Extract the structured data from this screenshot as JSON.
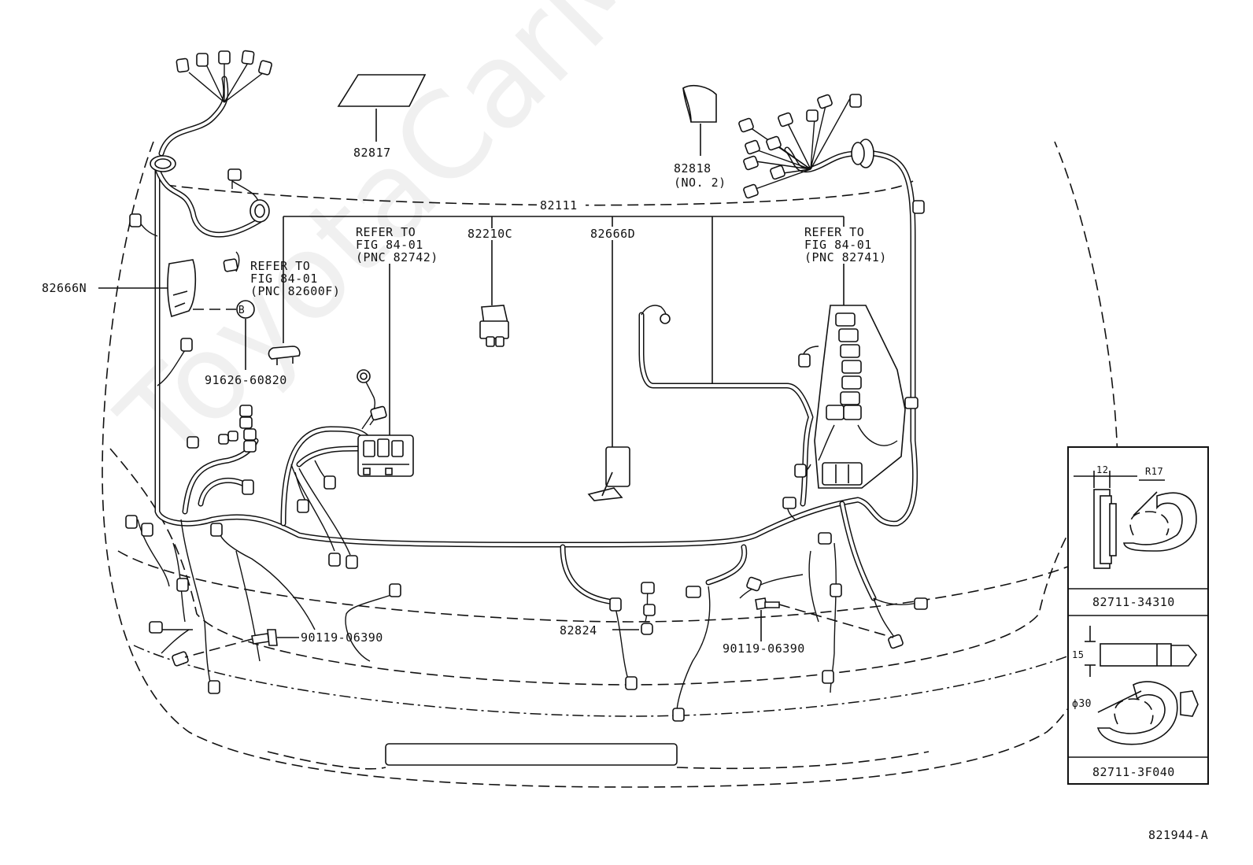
{
  "labels": {
    "p82817": "82817",
    "p82818": "82818",
    "p82818_sub": "(NO. 2)",
    "p82111": "82111",
    "p82210C": "82210C",
    "p82666D": "82666D",
    "p82666N": "82666N",
    "p91626": "91626-60820",
    "p90119_left": "90119-06390",
    "p90119_right": "90119-06390",
    "p82824": "82824",
    "circle_b": "B",
    "figure_code": "821944-A"
  },
  "refers": {
    "left": [
      "REFER TO",
      "FIG 84-01",
      "(PNC 82600F)"
    ],
    "center": [
      "REFER TO",
      "FIG 84-01",
      "(PNC 82742)"
    ],
    "right": [
      "REFER TO",
      "FIG 84-01",
      "(PNC 82741)"
    ]
  },
  "inset": {
    "top": {
      "dim_width": "12",
      "dim_radius": "R17",
      "part_number": "82711-34310"
    },
    "bottom": {
      "dim_height": "15",
      "dim_diameter": "ϕ30",
      "part_number": "82711-3F040"
    }
  },
  "watermark": "ToyotaCarMine.ru"
}
